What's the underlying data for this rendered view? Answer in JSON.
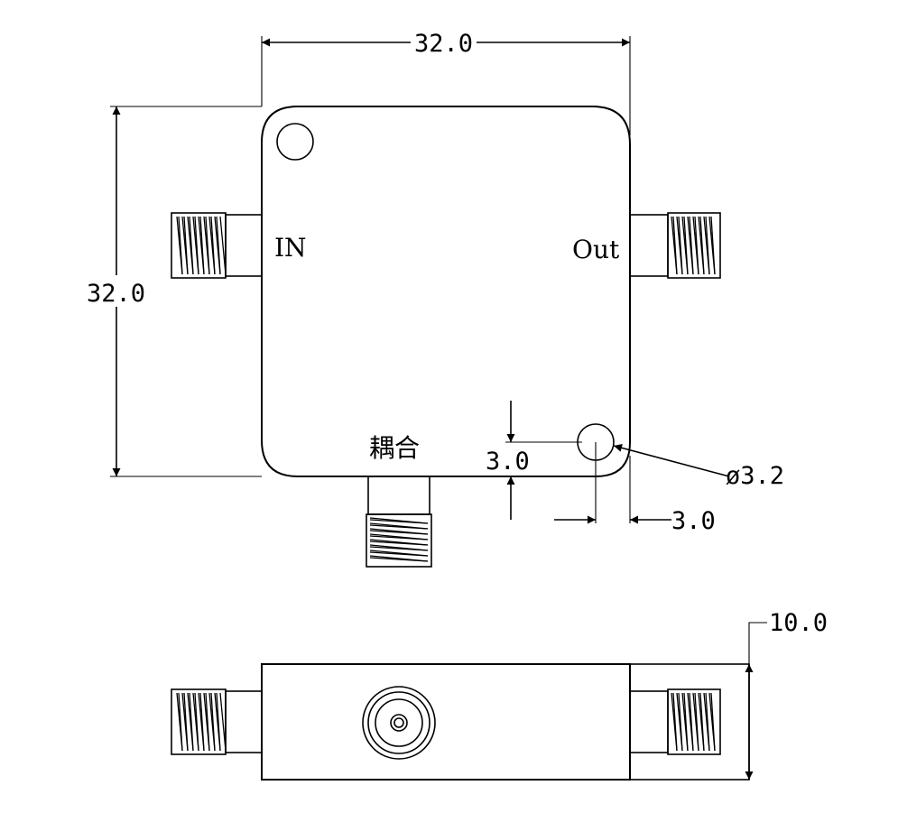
{
  "top_view": {
    "width_dimension": "32.0",
    "height_dimension": "32.0",
    "port_in_label": "IN",
    "port_out_label": "Out",
    "port_coupled_label": "耦合",
    "hole_offset_vertical": "3.0",
    "hole_offset_horizontal": "3.0",
    "hole_diameter": "ø3.2"
  },
  "side_view": {
    "height_dimension": "10.0"
  }
}
